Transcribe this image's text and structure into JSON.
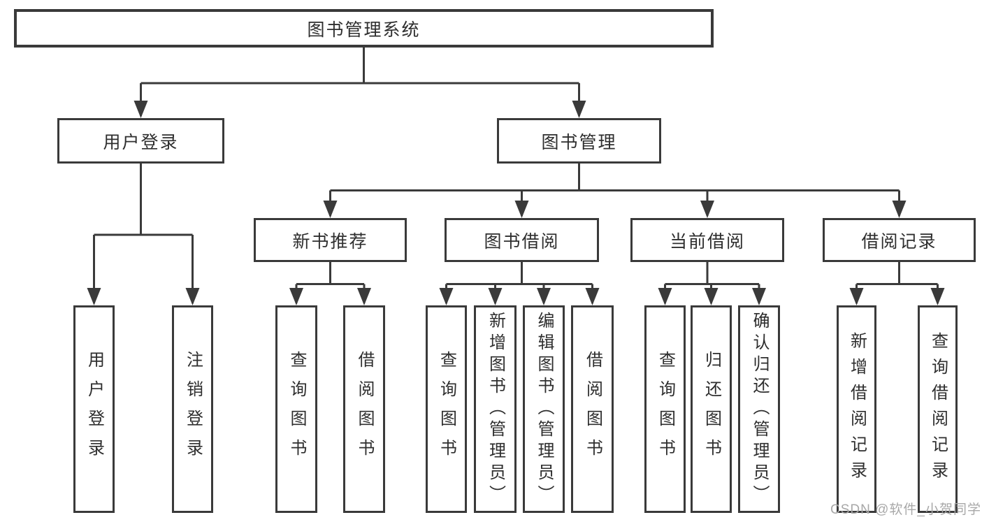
{
  "diagram": {
    "type": "hierarchy",
    "root": {
      "label": "图书管理系统",
      "children": [
        {
          "label": "用户登录",
          "children": [
            {
              "label": "用户登录"
            },
            {
              "label": "注销登录"
            }
          ]
        },
        {
          "label": "图书管理",
          "children": [
            {
              "label": "新书推荐",
              "children": [
                {
                  "label": "查询图书"
                },
                {
                  "label": "借阅图书"
                }
              ]
            },
            {
              "label": "图书借阅",
              "children": [
                {
                  "label": "查询图书"
                },
                {
                  "label": "新增图书（管理员）"
                },
                {
                  "label": "编辑图书（管理员）"
                },
                {
                  "label": "借阅图书"
                }
              ]
            },
            {
              "label": "当前借阅",
              "children": [
                {
                  "label": "查询图书"
                },
                {
                  "label": "归还图书"
                },
                {
                  "label": "确认归还（管理员）"
                }
              ]
            },
            {
              "label": "借阅记录",
              "children": [
                {
                  "label": "新增借阅记录"
                },
                {
                  "label": "查询借阅记录"
                }
              ]
            }
          ]
        }
      ]
    }
  },
  "watermark": {
    "text": "CSDN @软件_小贺同学"
  },
  "colors": {
    "line": "#3a3a3a",
    "text": "#2e2e2e",
    "watermark": "#a8a8a8",
    "background": "#ffffff"
  }
}
